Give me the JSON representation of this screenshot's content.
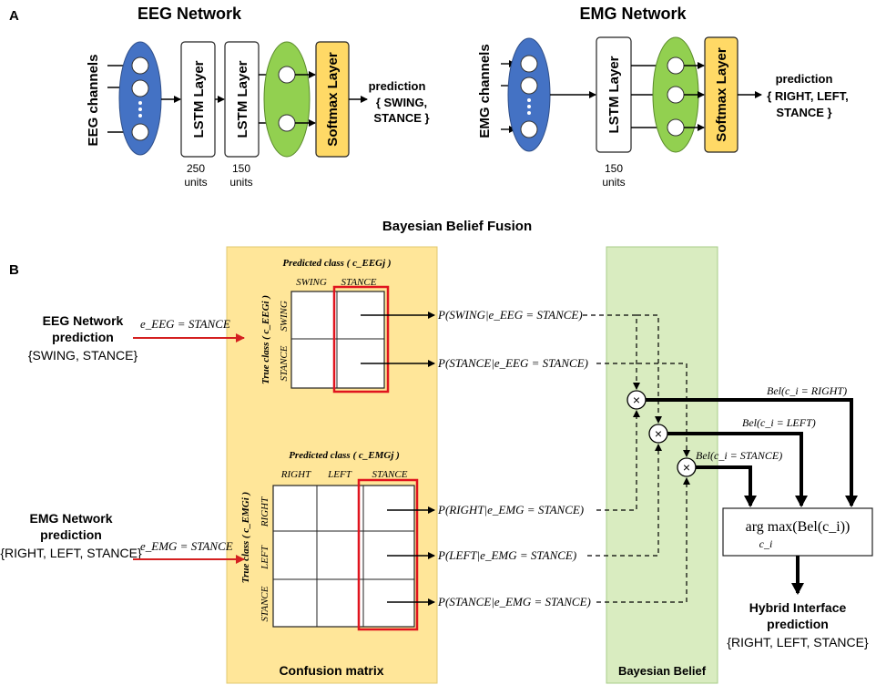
{
  "panel_a": {
    "label": "A",
    "eeg": {
      "title": "EEG Network",
      "input": "EEG channels",
      "lstm1": "LSTM Layer",
      "lstm2": "LSTM Layer",
      "softmax": "Softmax Layer",
      "units1": "250",
      "units2": "150",
      "units_word": "units",
      "prediction": "prediction",
      "pred_classes_1": "{ SWING,",
      "pred_classes_2": "STANCE }"
    },
    "emg": {
      "title": "EMG Network",
      "input": "EMG channels",
      "lstm": "LSTM Layer",
      "softmax": "Softmax Layer",
      "units": "150",
      "units_word": "units",
      "prediction": "prediction",
      "pred_classes_1": "{ RIGHT, LEFT,",
      "pred_classes_2": "STANCE }"
    }
  },
  "panel_b": {
    "title": "Bayesian Belief Fusion",
    "label": "B",
    "eeg_pred_1": "EEG Network",
    "eeg_pred_2": "prediction",
    "eeg_pred_3": "{SWING, STANCE}",
    "e_eeg": "e_EEG = STANCE",
    "emg_pred_1": "EMG Network",
    "emg_pred_2": "prediction",
    "emg_pred_3": "{RIGHT, LEFT, STANCE}",
    "e_emg": "e_EMG = STANCE",
    "cm_eeg": {
      "predicted": "Predicted class ( c_EEGj )",
      "true": "True class ( c_EEGi )",
      "cols": [
        "SWING",
        "STANCE"
      ],
      "rows": [
        "SWING",
        "STANCE"
      ]
    },
    "cm_emg": {
      "predicted": "Predicted class ( c_EMGj )",
      "true": "True class ( c_EMGi )",
      "cols": [
        "RIGHT",
        "LEFT",
        "STANCE"
      ],
      "rows": [
        "RIGHT",
        "LEFT",
        "STANCE"
      ]
    },
    "p_swing_eeg": "P(SWING|e_EEG = STANCE)",
    "p_stance_eeg": "P(STANCE|e_EEG = STANCE)",
    "p_right_emg": "P(RIGHT|e_EMG = STANCE)",
    "p_left_emg": "P(LEFT|e_EMG = STANCE)",
    "p_stance_emg": "P(STANCE|e_EMG = STANCE)",
    "bel_right": "Bel(c_i = RIGHT)",
    "bel_left": "Bel(c_i = LEFT)",
    "bel_stance": "Bel(c_i = STANCE)",
    "multiply": "×",
    "argmax": "arg max(Bel(c_i))",
    "argmax_sub": "c_i",
    "confusion_label": "Confusion matrix",
    "bayes_label": "Bayesian Belief",
    "hybrid_1": "Hybrid Interface",
    "hybrid_2": "prediction",
    "hybrid_3": "{RIGHT, LEFT, STANCE}"
  },
  "colors": {
    "input_blue": "#4472c4",
    "softmax_yellow": "#ffd966",
    "hidden_green": "#92d050",
    "confusion_bg": "#ffe699",
    "bayes_bg": "#d9ecc0",
    "highlight_red": "#e0141e",
    "evidence_red": "#d42020"
  }
}
